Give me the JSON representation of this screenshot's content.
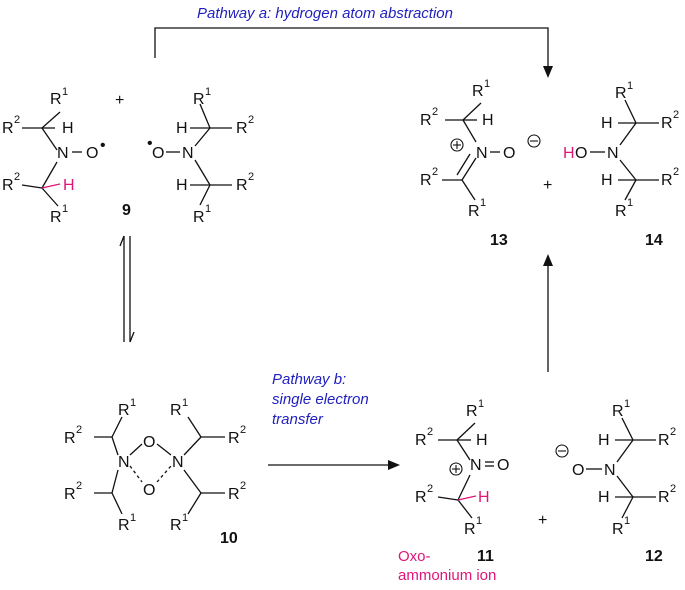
{
  "pathway_a": "Pathway a: hydrogen atom abstraction",
  "pathway_b": [
    "Pathway b:",
    "single electron",
    "transfer"
  ],
  "oxoammonium": [
    "Oxo-",
    "ammonium ion"
  ],
  "numbers": {
    "c9": "9",
    "c10": "10",
    "c11": "11",
    "c12": "12",
    "c13": "13",
    "c14": "14"
  },
  "atoms": {
    "N": "N",
    "O": "O",
    "H": "H",
    "R": "R",
    "dot": "•",
    "plus": "+",
    "minus": "−"
  },
  "sup": {
    "one": "1",
    "two": "2"
  },
  "colors": {
    "blue": "#1f1fbf",
    "pink": "#e0157a"
  }
}
